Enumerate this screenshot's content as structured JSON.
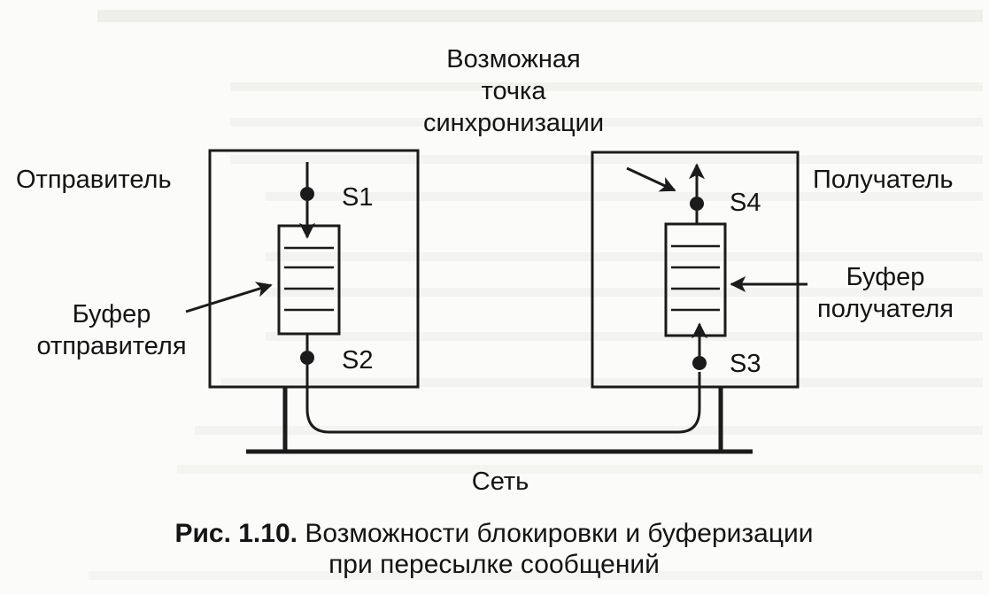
{
  "labels": {
    "sender": "Отправитель",
    "receiver": "Получатель",
    "network": "Сеть",
    "s1": "S1",
    "s2": "S2",
    "s3": "S3",
    "s4": "S4",
    "sender_buffer_line1": "Буфер",
    "sender_buffer_line2": "отправителя",
    "receiver_buffer_line1": "Буфер",
    "receiver_buffer_line2": "получателя",
    "sync_line1": "Возможная",
    "sync_line2": "точка",
    "sync_line3": "синхронизации"
  },
  "caption": {
    "number": "Рис. 1.10.",
    "line1": "Возможности блокировки и буферизации",
    "line2": "при пересылке сообщений"
  },
  "colors": {
    "ink": "#1b1b1b",
    "paper": "#fbfbf9"
  }
}
